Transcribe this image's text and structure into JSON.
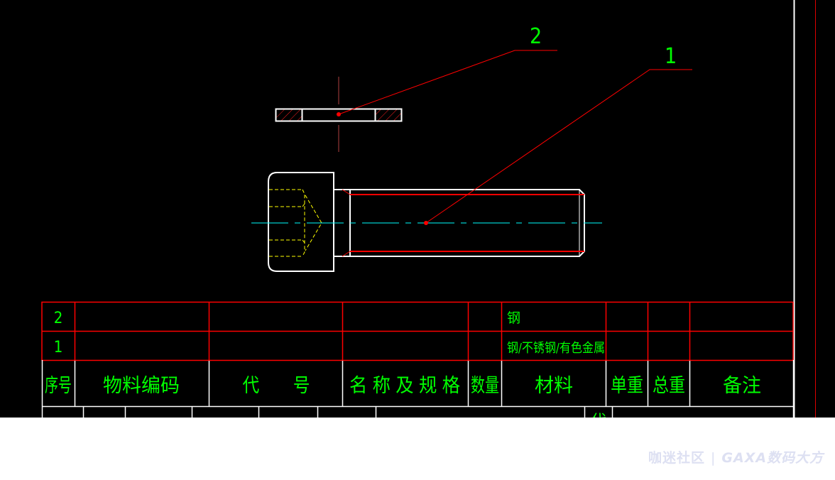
{
  "drawing": {
    "balloons": [
      {
        "label": "2"
      },
      {
        "label": "1"
      }
    ],
    "colors": {
      "background": "#000000",
      "outline": "#ffffff",
      "annotation": "#ff0000",
      "centerline": "#00ffff",
      "hidden": "#ffff00",
      "text": "#00ff00"
    }
  },
  "bom": {
    "rows": [
      {
        "seq": "2",
        "material": "钢"
      },
      {
        "seq": "1",
        "material": "钢/不锈钢/有色金属"
      }
    ],
    "headers": {
      "seq": "序号",
      "code": "物料编码",
      "drawing_no": "代　　号",
      "name_spec": "名 称 及 规 格",
      "qty": "数量",
      "material": "材料",
      "unit_weight": "单重",
      "total_weight": "总重",
      "remarks": "备注"
    },
    "partial_char": "代"
  },
  "watermark": {
    "left": "咖迷社区",
    "separator": "|",
    "right": "GAXA数码大方"
  }
}
